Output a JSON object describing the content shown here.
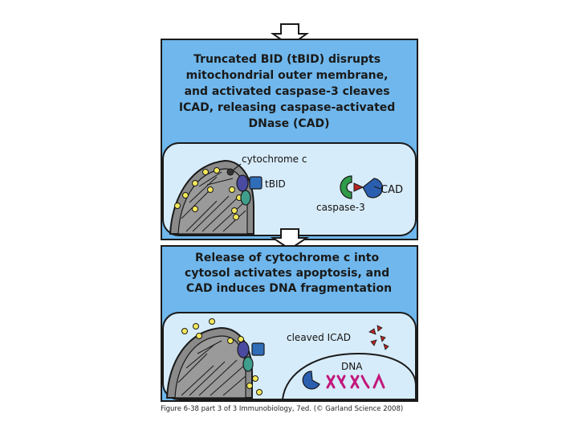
{
  "panel_top": {
    "text_lines": [
      "Truncated BID (tBID) disrupts",
      "mitochondrial outer membrane,",
      "and activated caspase-3 cleaves",
      "ICAD, releasing caspase-activated",
      "DNase (CAD)"
    ],
    "labels": {
      "cytochrome": "cytochrome c",
      "tbid": "tBID",
      "cad": "CAD",
      "caspase3": "caspase-3"
    }
  },
  "panel_bottom": {
    "text_lines": [
      "Release of cytochrome c into",
      "cytosol activates apoptosis, and",
      "CAD induces DNA fragmentation"
    ],
    "labels": {
      "cleaved_icad": "cleaved ICAD",
      "dna": "DNA"
    }
  },
  "caption": "Figure 6-38 part 3 of 3  Immunobiology, 7ed. (© Garland Science 2008)",
  "colors": {
    "panel_blue": "#6fb7ec",
    "cytosol_blue": "#d7ecfa",
    "mito_gray": "#8a8a8a",
    "tbid_blue": "#2f6db8",
    "cad_blue": "#2a5fb0",
    "caspase_green": "#2f9a48",
    "icad_red": "#b82525",
    "dna_magenta": "#c2187a",
    "cyto_yellow": "#f4e85a",
    "adaptor_purple": "#4a4aa0",
    "adaptor_teal": "#3f9e8c"
  }
}
